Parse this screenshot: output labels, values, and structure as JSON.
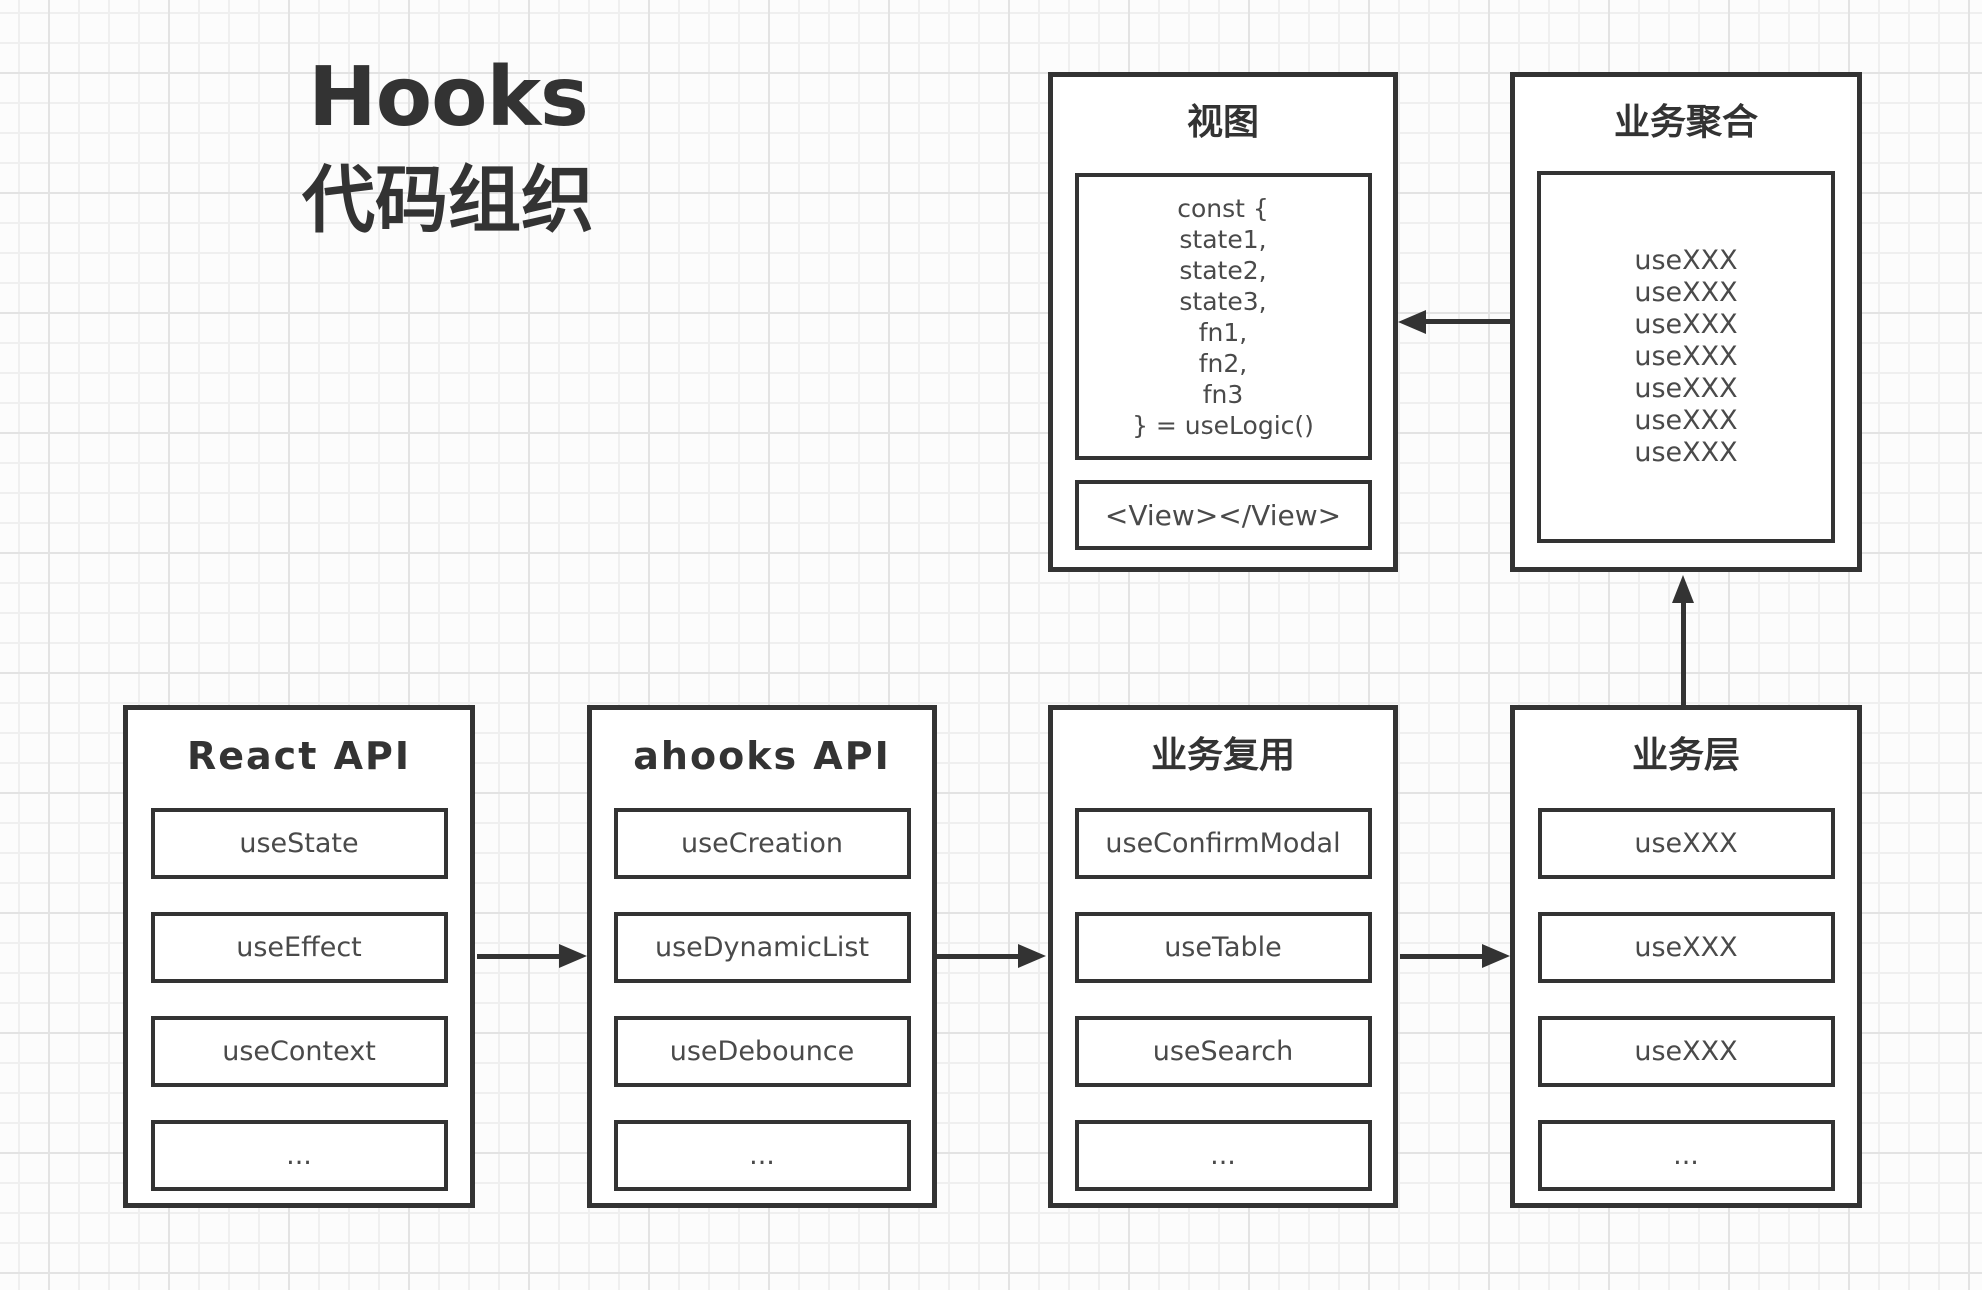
{
  "page_title": {
    "line1": "Hooks",
    "line2": "代码组织"
  },
  "view_node": {
    "title": "视图",
    "code_lines": [
      "const {",
      "state1,",
      "state2,",
      "state3,",
      "fn1,",
      "fn2,",
      "fn3",
      "} = useLogic()"
    ],
    "view_tag": "<View></View>"
  },
  "aggregation_node": {
    "title": "业务聚合",
    "hooks": [
      "useXXX",
      "useXXX",
      "useXXX",
      "useXXX",
      "useXXX",
      "useXXX",
      "useXXX"
    ]
  },
  "columns": [
    {
      "title": "React API",
      "items": [
        "useState",
        "useEffect",
        "useContext",
        "..."
      ]
    },
    {
      "title": "ahooks API",
      "items": [
        "useCreation",
        "useDynamicList",
        "useDebounce",
        "..."
      ]
    },
    {
      "title": "业务复用",
      "items": [
        "useConfirmModal",
        "useTable",
        "useSearch",
        "..."
      ]
    },
    {
      "title": "业务层",
      "items": [
        "useXXX",
        "useXXX",
        "useXXX",
        "..."
      ]
    }
  ],
  "colors": {
    "border": "#333333",
    "title_text": "#333333",
    "item_text": "#4a4a4a",
    "background": "#fcfcfc",
    "grid_minor": "#efefef",
    "grid_major": "#e3e3e3"
  }
}
